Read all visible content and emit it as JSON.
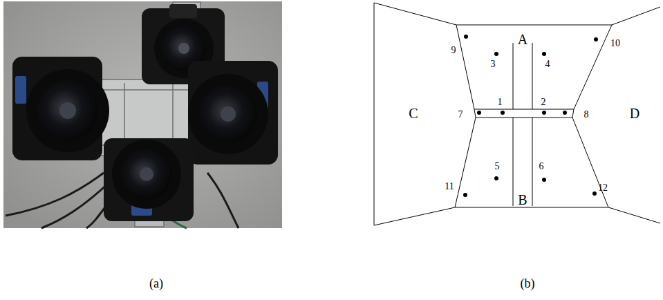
{
  "diagram": {
    "labels": [
      "A",
      "3",
      "4",
      "9",
      "10",
      "C",
      "D",
      "1",
      "2",
      "7",
      "8",
      "5",
      "6",
      "11",
      "12",
      "B",
      "(a)",
      "(b)"
    ]
  }
}
